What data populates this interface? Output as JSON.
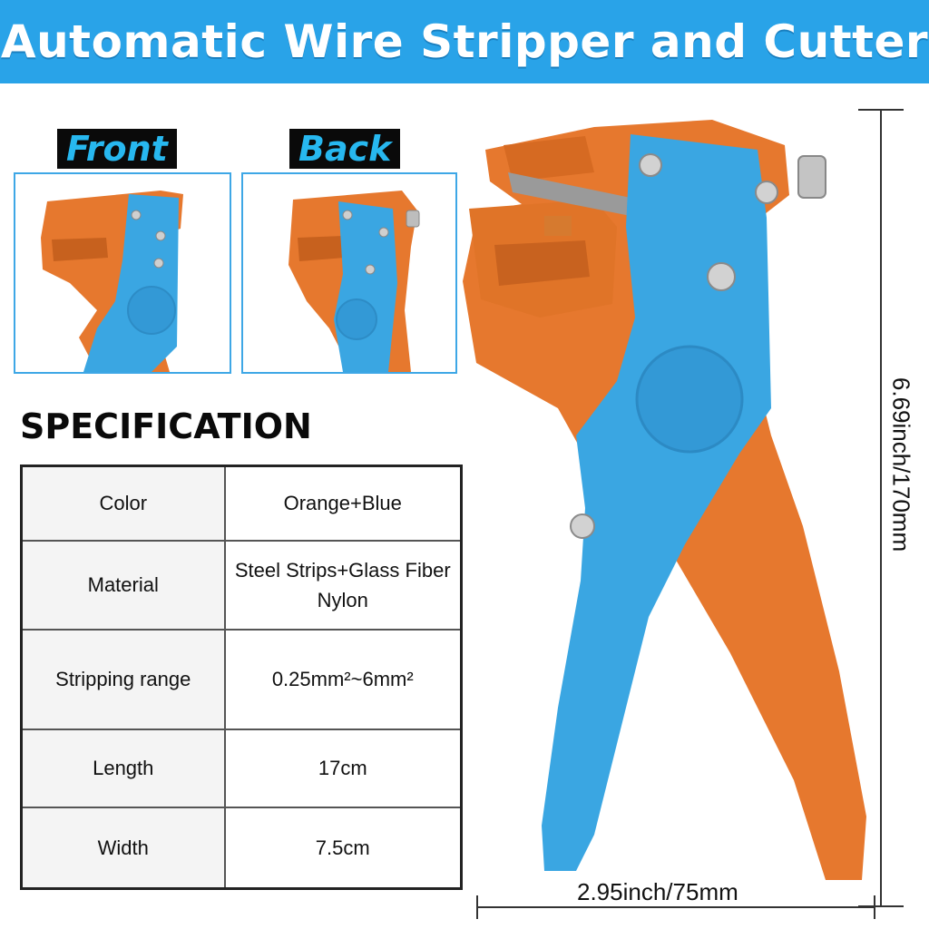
{
  "banner": {
    "title": "Automatic Wire Stripper and Cutter"
  },
  "views": {
    "front_label": "Front",
    "back_label": "Back"
  },
  "specification": {
    "heading": "SPECIFICATION",
    "rows": [
      {
        "key": "Color",
        "value": "Orange+Blue"
      },
      {
        "key": "Material",
        "value": "Steel Strips+Glass Fiber Nylon"
      },
      {
        "key": "Stripping range",
        "value": "0.25mm²~6mm²"
      },
      {
        "key": "Length",
        "value": "17cm"
      },
      {
        "key": "Width",
        "value": "7.5cm"
      }
    ]
  },
  "dimensions": {
    "height": "6.69inch/170mm",
    "width": "2.95inch/75mm"
  },
  "colors": {
    "banner": "#29a3e8",
    "tool_orange": "#e6782e",
    "tool_blue": "#3aa6e2"
  }
}
